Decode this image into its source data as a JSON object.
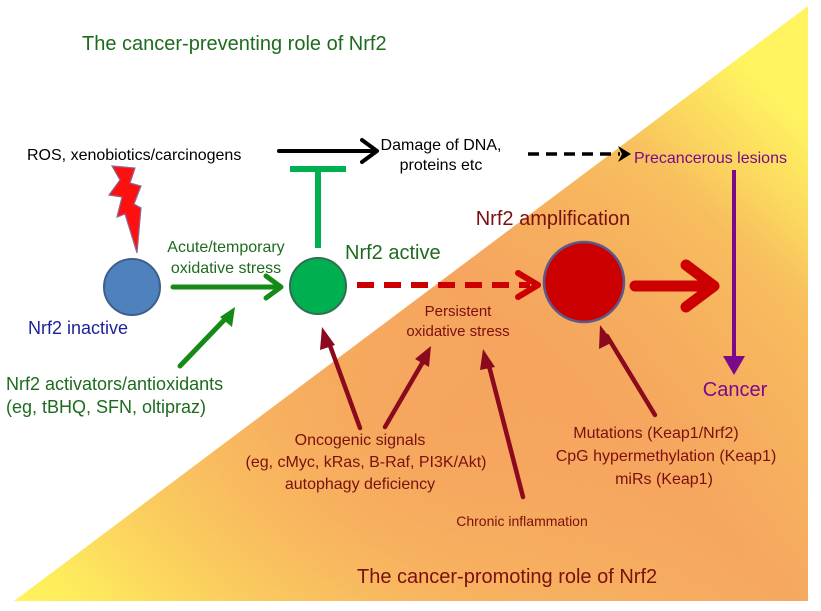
{
  "titles": {
    "preventing": "The cancer-preventing role of Nrf2",
    "promoting": "The cancer-promoting role of Nrf2"
  },
  "nodes": {
    "nrf2_inactive": "Nrf2 inactive",
    "nrf2_active": "Nrf2 active",
    "nrf2_amplification": "Nrf2 amplification",
    "cancer": "Cancer",
    "precancerous": "Precancerous lesions"
  },
  "labels": {
    "ros": "ROS, xenobiotics/carcinogens",
    "damage_line1": "Damage of DNA,",
    "damage_line2": "proteins etc",
    "acute_line1": "Acute/temporary",
    "acute_line2": "oxidative stress",
    "activators_line1": "Nrf2 activators/antioxidants",
    "activators_line2": "(eg, tBHQ, SFN, oltipraz)",
    "persistent_line1": "Persistent",
    "persistent_line2": "oxidative stress",
    "oncogenic_line1": "Oncogenic signals",
    "oncogenic_line2": "(eg, cMyc, kRas, B-Raf, PI3K/Akt)",
    "oncogenic_line3": "autophagy deficiency",
    "chronic": "Chronic inflammation",
    "mutations_line1": "Mutations (Keap1/Nrf2)",
    "mutations_line2": "CpG hypermethylation (Keap1)",
    "mutations_line3": "miRs (Keap1)"
  },
  "colors": {
    "dark_green": "#1e6b1e",
    "green_arrow": "#168a16",
    "bright_green": "#00b050",
    "blue_node": "#4f81bd",
    "red_node": "#cc0000",
    "dark_red": "#8b0a1e",
    "maroon_text": "#7a1010",
    "purple": "#7a0a8a",
    "navy_text": "#1f1f99",
    "bolt_red": "#ff1010",
    "triangle_yellow": "#fff25a",
    "triangle_orange": "#f7a45e"
  }
}
